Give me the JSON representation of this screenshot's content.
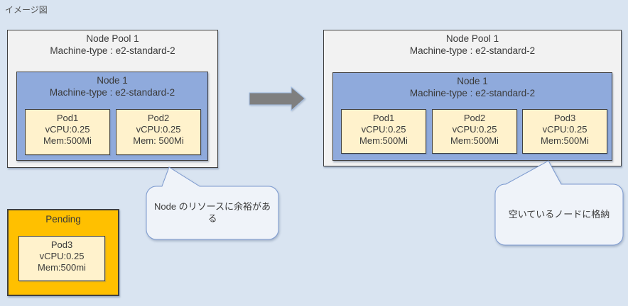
{
  "page": {
    "label": "イメージ図",
    "background": "#D9E4F1"
  },
  "colors": {
    "pool_fill": "#F2F2F2",
    "node_fill": "#8FAADC",
    "pod_fill": "#FFF2CC",
    "pending_fill": "#FFC000",
    "arrow_fill": "#7F7F7F",
    "callout_fill": "#EFF3F9",
    "callout_stroke": "#7C9AD0",
    "border": "#404040"
  },
  "before": {
    "pool": {
      "title": "Node Pool 1",
      "subtitle": "Machine-type : e2-standard-2"
    },
    "node": {
      "title": "Node 1",
      "subtitle": "Machine-type : e2-standard-2"
    },
    "pods": [
      {
        "name": "Pod1",
        "cpu": "vCPU:0.25",
        "mem": "Mem:500Mi"
      },
      {
        "name": "Pod2",
        "cpu": "vCPU:0.25",
        "mem": "Mem: 500Mi"
      }
    ]
  },
  "after": {
    "pool": {
      "title": "Node Pool 1",
      "subtitle": "Machine-type : e2-standard-2"
    },
    "node": {
      "title": "Node 1",
      "subtitle": "Machine-type : e2-standard-2"
    },
    "pods": [
      {
        "name": "Pod1",
        "cpu": "vCPU:0.25",
        "mem": "Mem:500Mi"
      },
      {
        "name": "Pod2",
        "cpu": "vCPU:0.25",
        "mem": "Mem:500Mi"
      },
      {
        "name": "Pod3",
        "cpu": "vCPU:0.25",
        "mem": "Mem:500Mi"
      }
    ]
  },
  "pending": {
    "title": "Pending",
    "pod": {
      "name": "Pod3",
      "cpu": "vCPU:0.25",
      "mem": "Mem:500mi"
    }
  },
  "callouts": {
    "left": {
      "text": "Node のリソースに余裕がある"
    },
    "right": {
      "text": "空いているノードに格納"
    }
  }
}
